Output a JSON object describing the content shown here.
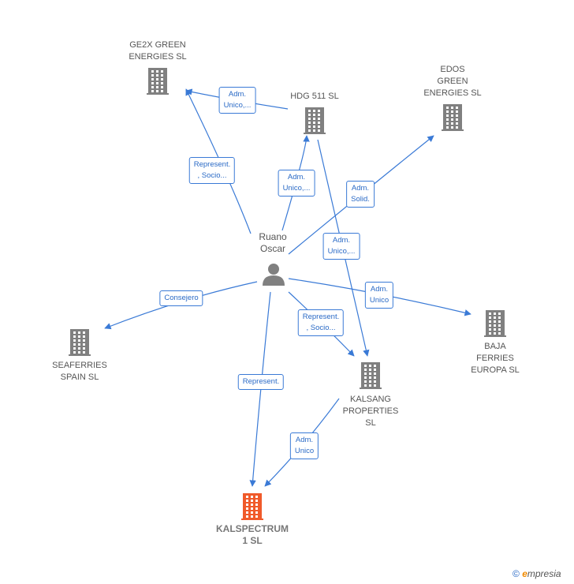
{
  "colors": {
    "edge": "#3a7ad6",
    "building": "#808080",
    "building_main": "#f05a2a",
    "person": "#808080"
  },
  "person": {
    "label": "Ruano\nOscar",
    "icon": "person-icon"
  },
  "companies": [
    {
      "id": "ge2x",
      "label": "GE2X GREEN\nENERGIES  SL",
      "main": false
    },
    {
      "id": "hdg",
      "label": "HDG 511  SL",
      "main": false
    },
    {
      "id": "edos",
      "label": "EDOS\nGREEN\nENERGIES  SL",
      "main": false
    },
    {
      "id": "seaferries",
      "label": "SEAFERRIES\nSPAIN  SL",
      "main": false
    },
    {
      "id": "baja",
      "label": "BAJA\nFERRIES\nEUROPA  SL",
      "main": false
    },
    {
      "id": "kalsang",
      "label": "KALSANG\nPROPERTIES\nSL",
      "main": false
    },
    {
      "id": "kalspectrum",
      "label": "KALSPECTRUM\n1  SL",
      "main": true
    }
  ],
  "edges": [
    {
      "from": "person",
      "to": "ge2x",
      "label": "Represent.\n, Socio..."
    },
    {
      "from": "hdg",
      "to": "ge2x",
      "label": "Adm.\nUnico,..."
    },
    {
      "from": "person",
      "to": "hdg",
      "label": "Adm.\nUnico,..."
    },
    {
      "from": "person",
      "to": "edos",
      "label": "Adm.\nSolid."
    },
    {
      "from": "hdg",
      "to": "kalsang",
      "label": "Adm.\nUnico,..."
    },
    {
      "from": "person",
      "to": "seaferries",
      "label": "Consejero"
    },
    {
      "from": "person",
      "to": "baja",
      "label": "Adm.\nUnico"
    },
    {
      "from": "person",
      "to": "kalsang",
      "label": "Represent.\n, Socio..."
    },
    {
      "from": "person",
      "to": "kalspectrum",
      "label": "Represent."
    },
    {
      "from": "kalsang",
      "to": "kalspectrum",
      "label": "Adm.\nUnico"
    }
  ],
  "watermark": {
    "copyright": "©",
    "brand_e": "e",
    "brand_rest": "mpresia"
  }
}
